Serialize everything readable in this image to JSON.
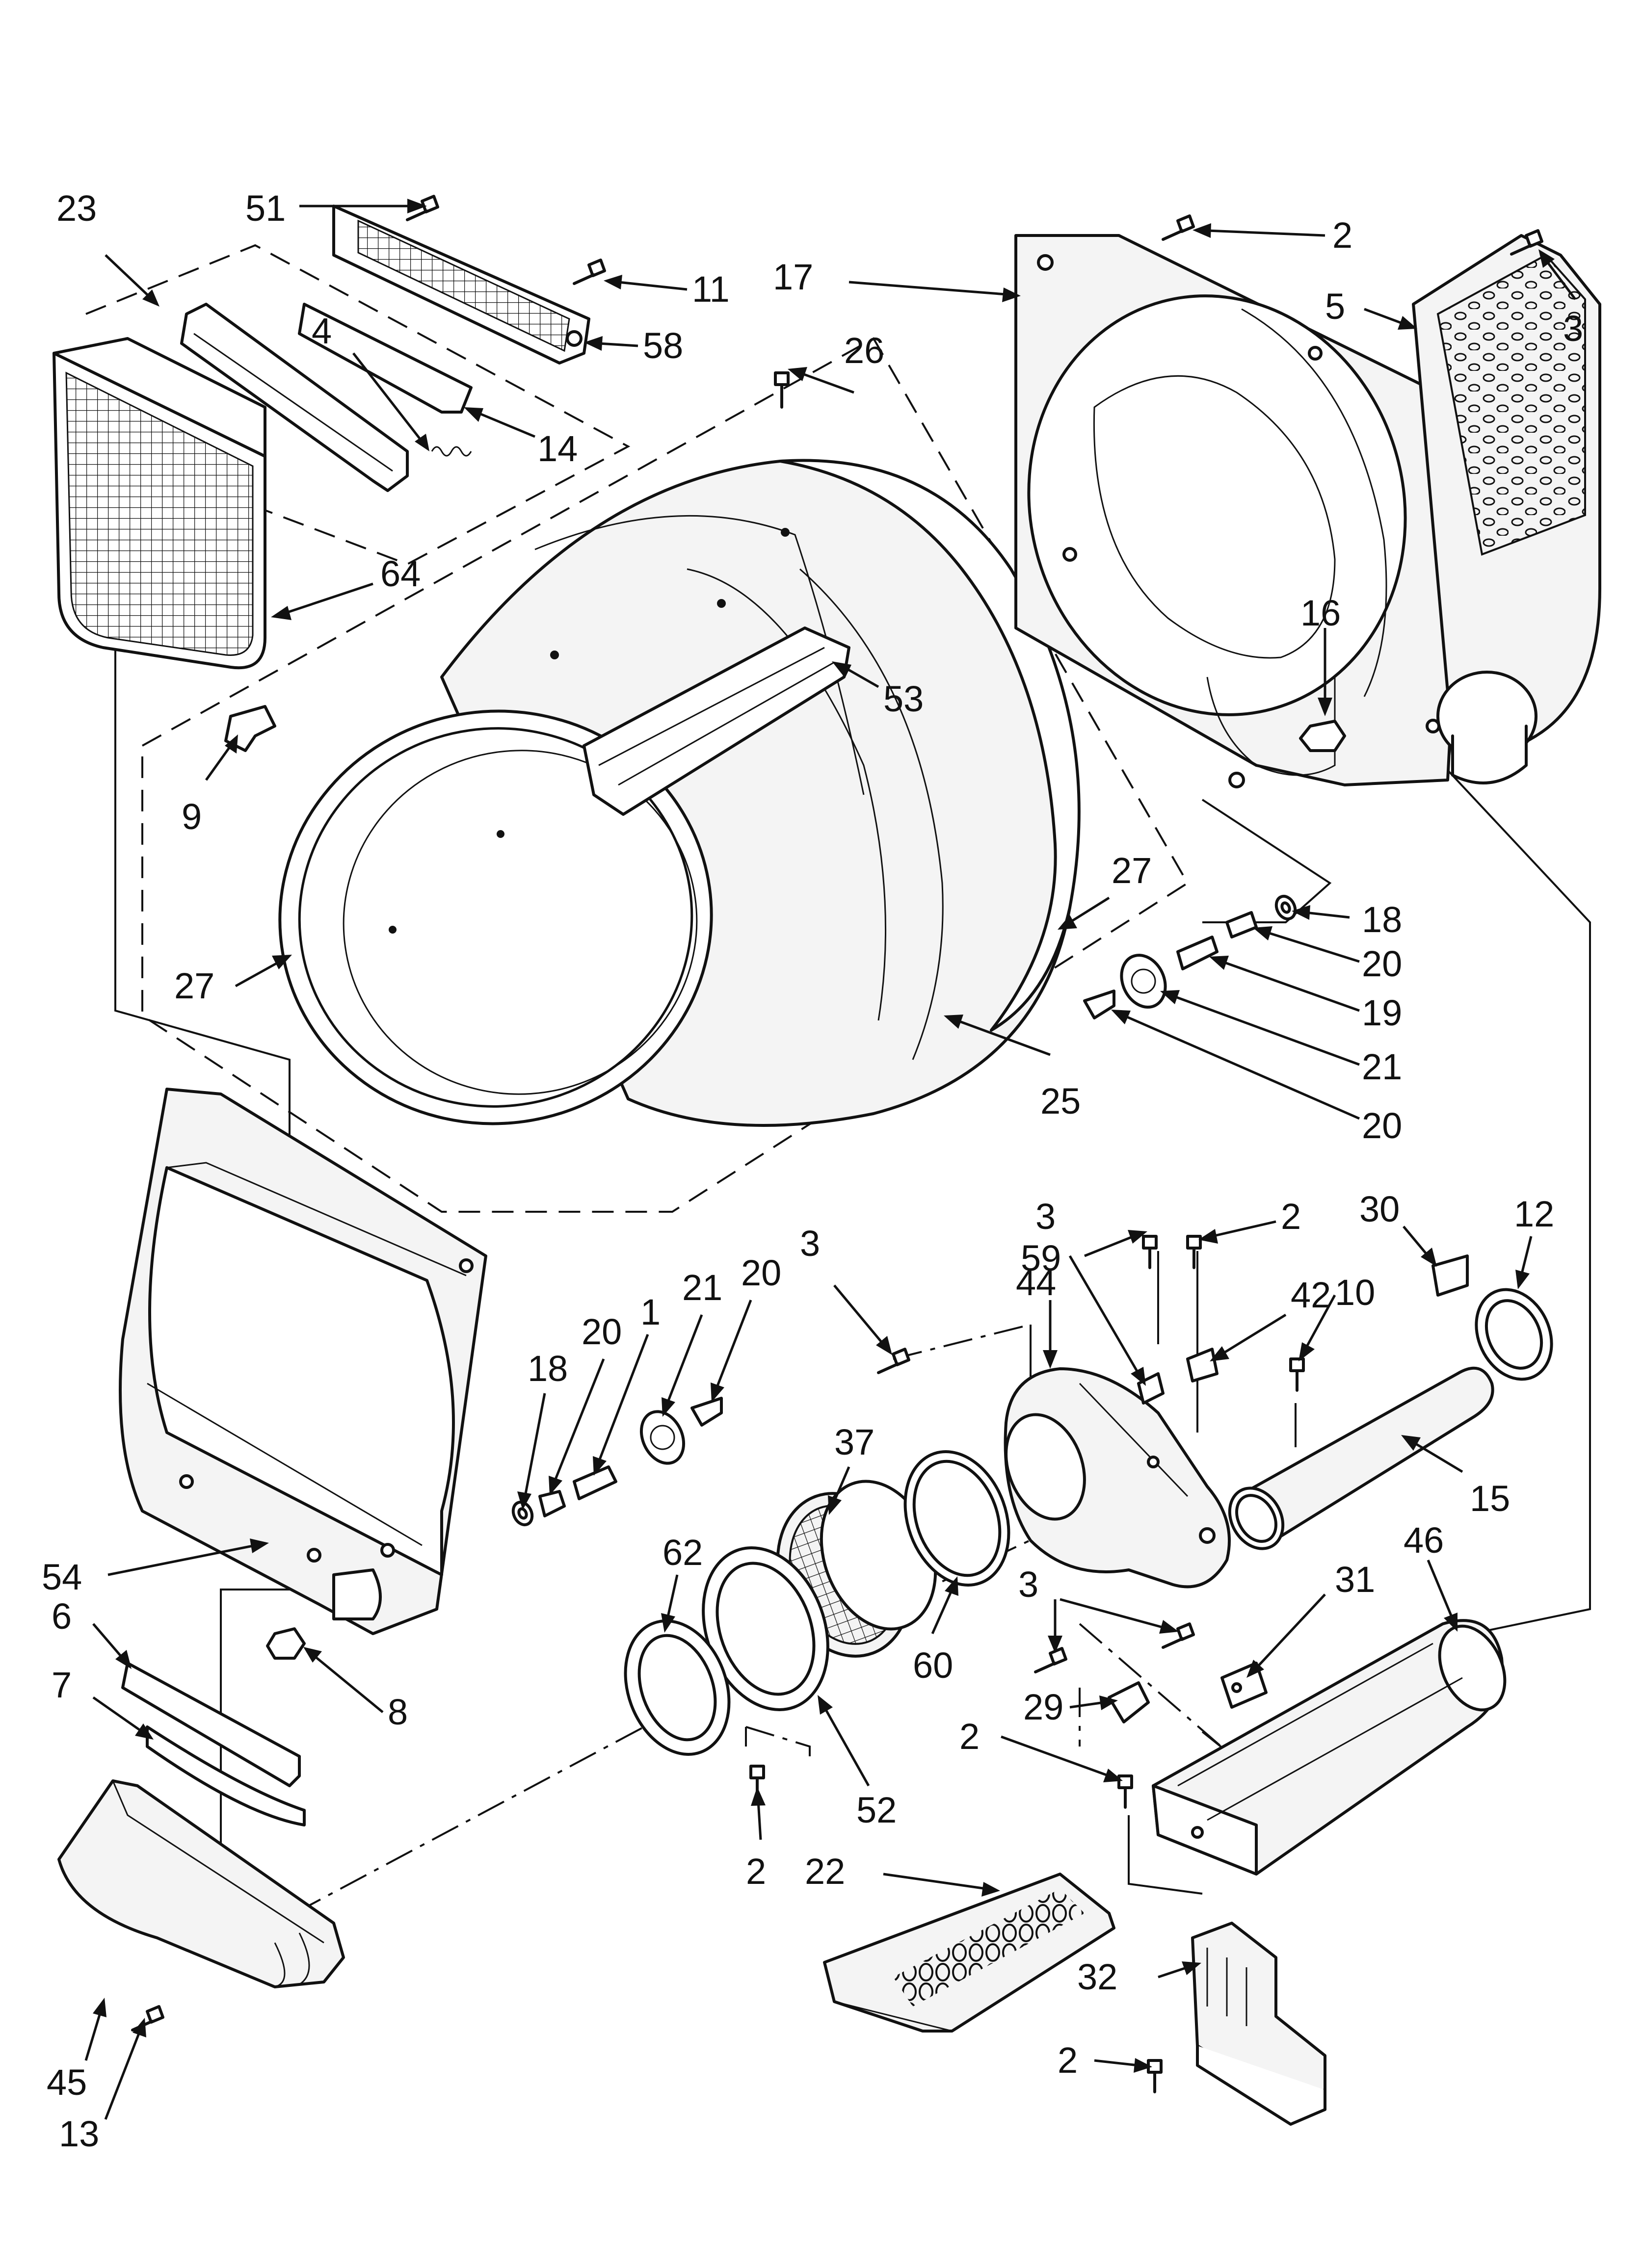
{
  "callouts": {
    "c1": "1",
    "c2a": "2",
    "c2b": "2",
    "c2c": "2",
    "c2d": "2",
    "c2e": "2",
    "c3a": "3",
    "c3b": "3",
    "c3c": "3",
    "c3d": "3",
    "c4": "4",
    "c5": "5",
    "c6": "6",
    "c7": "7",
    "c8": "8",
    "c9": "9",
    "c10": "10",
    "c11": "11",
    "c12": "12",
    "c13": "13",
    "c14": "14",
    "c15": "15",
    "c16": "16",
    "c17": "17",
    "c18a": "18",
    "c18b": "18",
    "c19": "19",
    "c20a": "20",
    "c20b": "20",
    "c20c": "20",
    "c20d": "20",
    "c21a": "21",
    "c21b": "21",
    "c22": "22",
    "c23": "23",
    "c25": "25",
    "c26": "26",
    "c27a": "27",
    "c27b": "27",
    "c29": "29",
    "c30": "30",
    "c31": "31",
    "c32": "32",
    "c37": "37",
    "c42": "42",
    "c44": "44",
    "c45": "45",
    "c46": "46",
    "c51": "51",
    "c52": "52",
    "c53": "53",
    "c54": "54",
    "c58": "58",
    "c59": "59",
    "c60": "60",
    "c62": "62",
    "c64": "64"
  }
}
